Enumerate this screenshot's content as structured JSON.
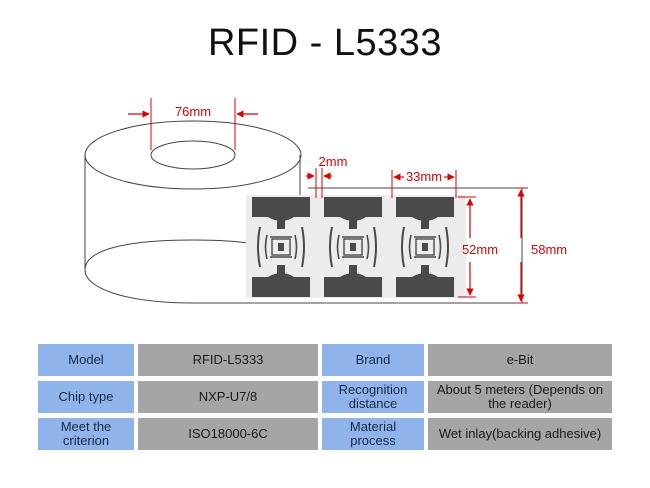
{
  "title": "RFID - L5333",
  "dimensions": {
    "core_diameter": "76mm",
    "gap": "2mm",
    "label_width": "33mm",
    "label_height": "52mm",
    "liner_height": "58mm"
  },
  "specs": [
    {
      "label1": "Model",
      "value1": "RFID-L5333",
      "label2": "Brand",
      "value2": "e-Bit"
    },
    {
      "label1": "Chip type",
      "value1": "NXP-U7/8",
      "label2": "Recognition distance",
      "value2": "About 5 meters (Depends on the reader)"
    },
    {
      "label1": "Meet the criterion",
      "value1": "ISO18000-6C",
      "label2": "Material process",
      "value2": "Wet inlay(backing adhesive)"
    }
  ],
  "colors": {
    "dimension": "#e00000",
    "label_cell": "#8fb4ec",
    "value_cell": "#a5a5a5",
    "antenna": "#4a4a4a"
  }
}
